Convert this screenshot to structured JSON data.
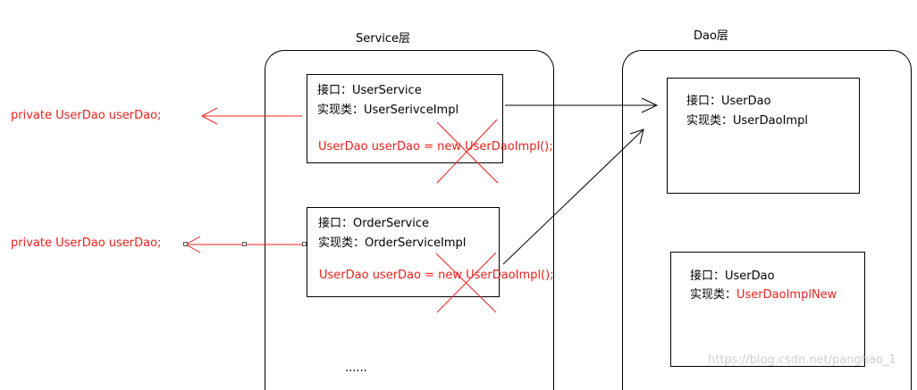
{
  "service_layer": {
    "title": "Service层",
    "user_box": {
      "interface_label": "接口：",
      "interface_name": "UserService",
      "impl_label": "实现类：",
      "impl_name": "UserSerivceImpl",
      "code": "UserDao userDao = new UserDaoImpl();"
    },
    "order_box": {
      "interface_label": "接口：",
      "interface_name": "OrderService",
      "impl_label": "实现类：",
      "impl_name": "OrderServiceImpl",
      "code": "UserDao userDao = new UserDaoImpl();"
    },
    "ellipsis": "......"
  },
  "dao_layer": {
    "title": "Dao层",
    "box1": {
      "interface_label": "接口：",
      "interface_name": "UserDao",
      "impl_label": "实现类：",
      "impl_name": "UserDaoImpl"
    },
    "box2": {
      "interface_label": "接口：",
      "interface_name": "UserDao",
      "impl_label": "实现类：",
      "impl_name": "UserDaoImplNew"
    }
  },
  "left_annotations": {
    "top": "private UserDao userDao;",
    "bottom": "private UserDao userDao;"
  },
  "watermark": "https://blog.csdn.net/panghao_1",
  "colors": {
    "red": "#e8211c",
    "line": "#000000"
  }
}
